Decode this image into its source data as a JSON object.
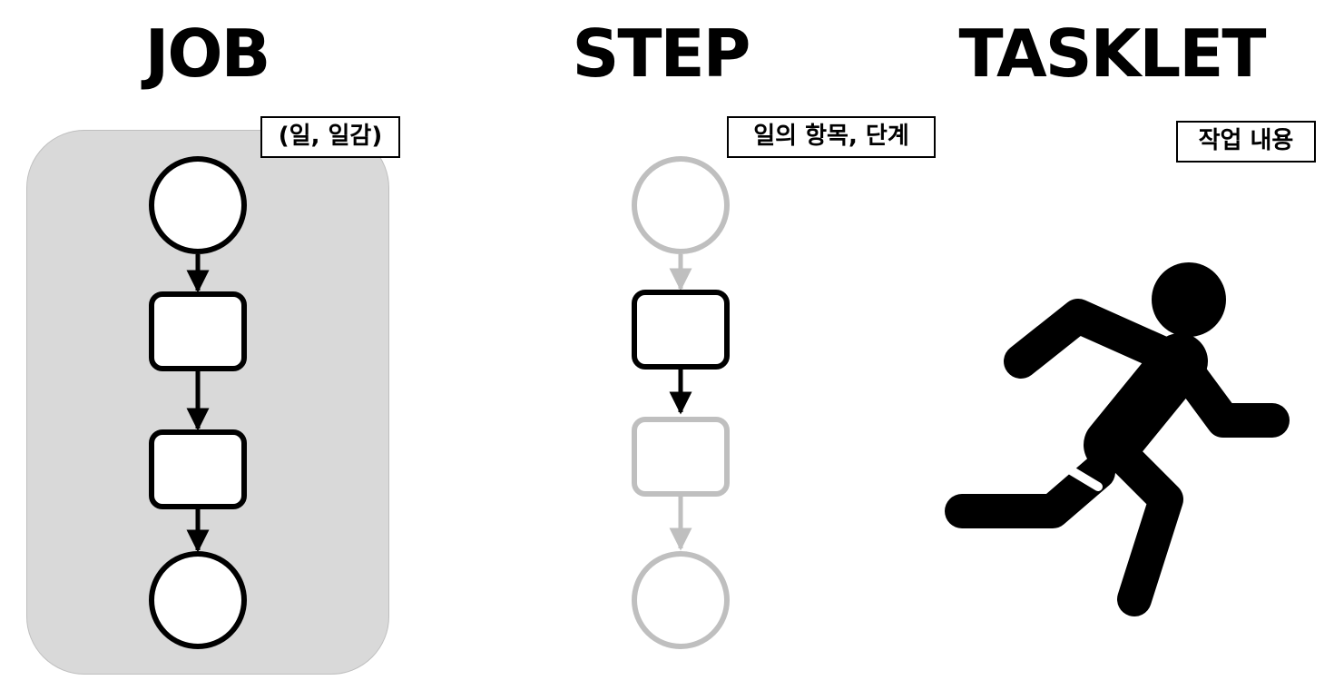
{
  "job": {
    "title": "JOB",
    "label": "(일, 일감)"
  },
  "step": {
    "title": "STEP",
    "label": "일의 항목, 단계"
  },
  "tasklet": {
    "title": "TASKLET",
    "label": "작업 내용",
    "icon": "running-person-icon"
  },
  "colors": {
    "panel": "#d9d9d9",
    "active_stroke": "#000000",
    "inactive_stroke": "#bfbfbf",
    "node_fill": "#ffffff"
  }
}
